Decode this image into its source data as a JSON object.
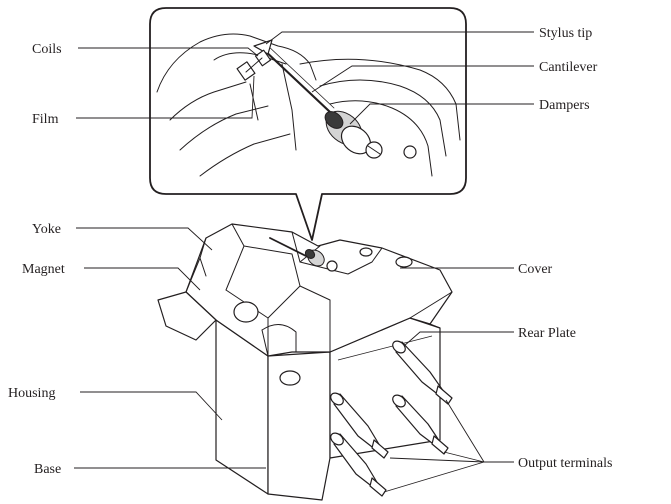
{
  "labels": {
    "coils": "Coils",
    "film": "Film",
    "yoke": "Yoke",
    "magnet": "Magnet",
    "housing": "Housing",
    "base": "Base",
    "stylus_tip": "Stylus tip",
    "cantilever": "Cantilever",
    "dampers": "Dampers",
    "cover": "Cover",
    "rear_plate": "Rear Plate",
    "output_terminals": "Output terminals"
  },
  "colors": {
    "outline": "#231f20",
    "damper_grey": "#d4d4d4",
    "background": "#ffffff"
  }
}
